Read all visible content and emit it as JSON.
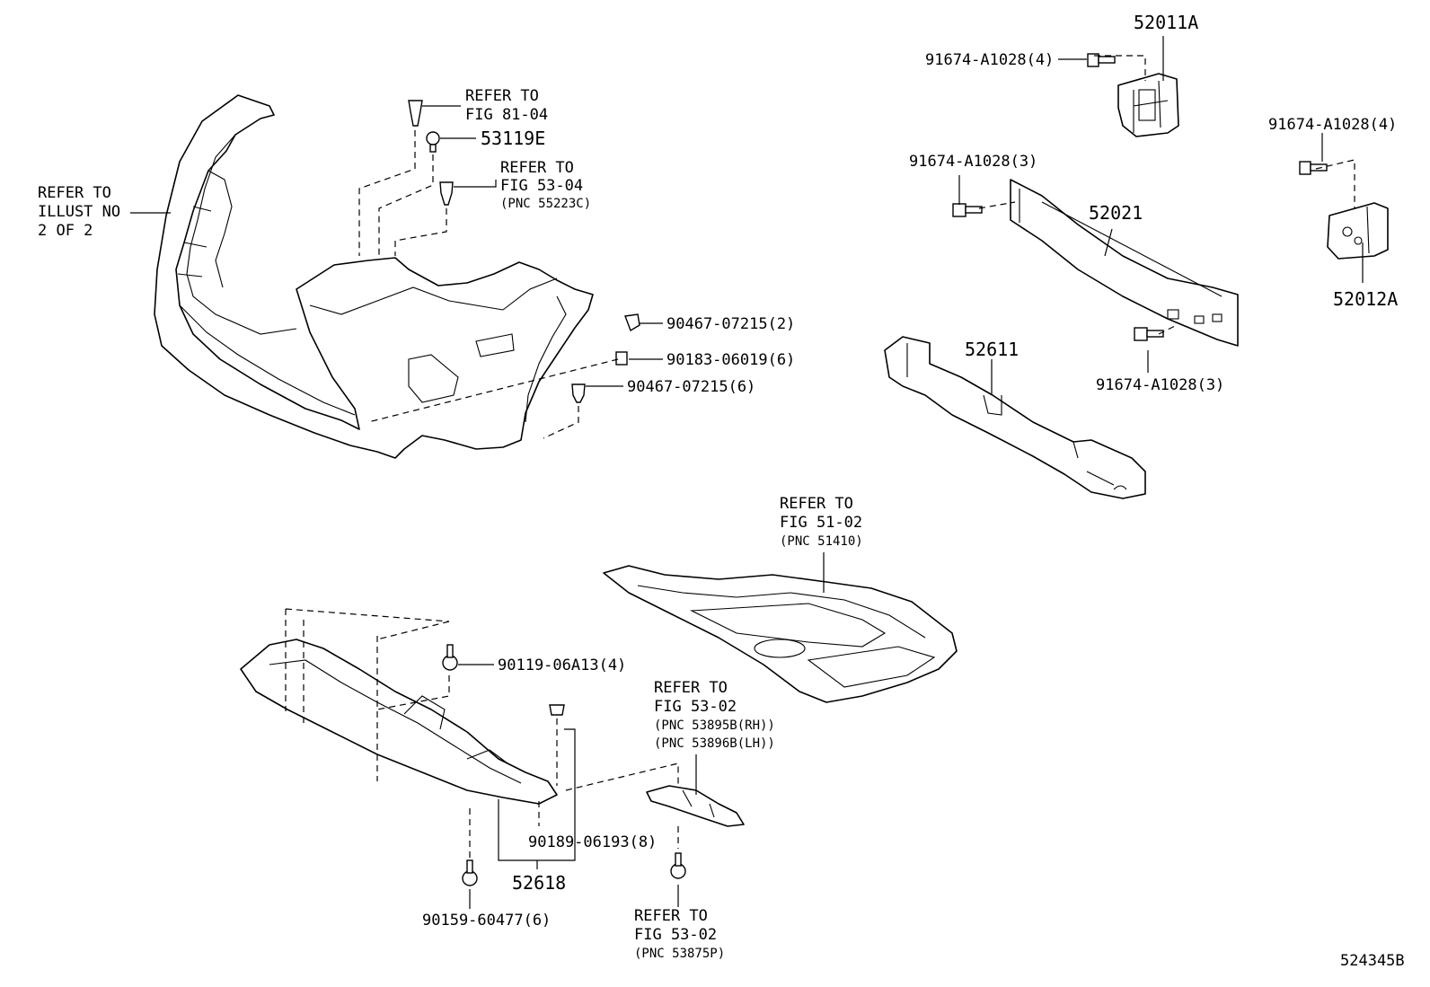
{
  "callouts": {
    "refer_illust": [
      "REFER TO",
      "ILLUST NO",
      "2 OF 2"
    ],
    "refer_fig_81_04": [
      "REFER TO",
      "FIG 81-04"
    ],
    "p53119e": "53119E",
    "refer_fig_53_04": [
      "REFER TO",
      "FIG 53-04",
      "(PNC 55223C)"
    ],
    "p90467_2": "90467-07215(2)",
    "p90183": "90183-06019(6)",
    "p90467_6": "90467-07215(6)",
    "p52011a": "52011A",
    "p91674_4a": "91674-A1028(4)",
    "p91674_4b": "91674-A1028(4)",
    "p91674_3a": "91674-A1028(3)",
    "p91674_3b": "91674-A1028(3)",
    "p52021": "52021",
    "p52012a": "52012A",
    "p52611": "52611",
    "refer_fig_51_02": [
      "REFER TO",
      "FIG 51-02",
      "(PNC 51410)"
    ],
    "p90119": "90119-06A13(4)",
    "refer_fig_53_02a": [
      "REFER TO",
      "FIG 53-02",
      "(PNC 53895B(RH))",
      "(PNC 53896B(LH))"
    ],
    "p90189": "90189-06193(8)",
    "p52618": "52618",
    "p90159": "90159-60477(6)",
    "refer_fig_53_02b": [
      "REFER TO",
      "FIG 53-02",
      "(PNC 53875P)"
    ]
  },
  "illustration_id": "524345B"
}
